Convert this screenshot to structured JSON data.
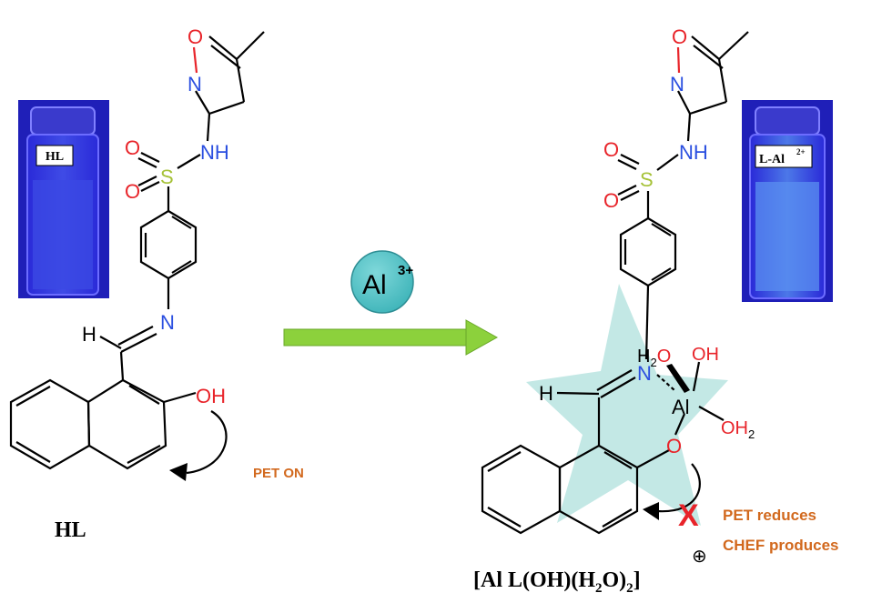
{
  "atoms": {
    "O": "O",
    "N": "N",
    "S": "S",
    "NH": "NH",
    "H": "H",
    "OH": "OH",
    "H2O_prefix": "H",
    "H2O_sub": "2",
    "H2O_suffix": "O",
    "OH2_prefix": "OH",
    "OH2_sub": "2",
    "Al": "Al"
  },
  "left": {
    "vial_label": "HL",
    "compound_label": "HL",
    "pet_label": "PET ON"
  },
  "reagent": {
    "symbol": "Al",
    "charge": "3+"
  },
  "right": {
    "vial_label_main": "L-Al",
    "vial_label_charge": "2+",
    "pet_reduces": "PET reduces",
    "chef_produces": "CHEF produces",
    "blocked_mark": "X",
    "complex_formula": {
      "p1": "[Al L(OH)(H",
      "sub1": "2",
      "p2": "O)",
      "p3": "]",
      "sub2": "2",
      "charge": "⊕"
    }
  },
  "colors": {
    "oxygen": "#e8242a",
    "nitrogen": "#2b4fe0",
    "sulfur": "#a6c238",
    "arrow": "#8cd13c",
    "ion_circle": "#54c3c7",
    "star": "#b8e4e0",
    "annotation": "#d2691e",
    "vial_bg": "#2626c8"
  }
}
